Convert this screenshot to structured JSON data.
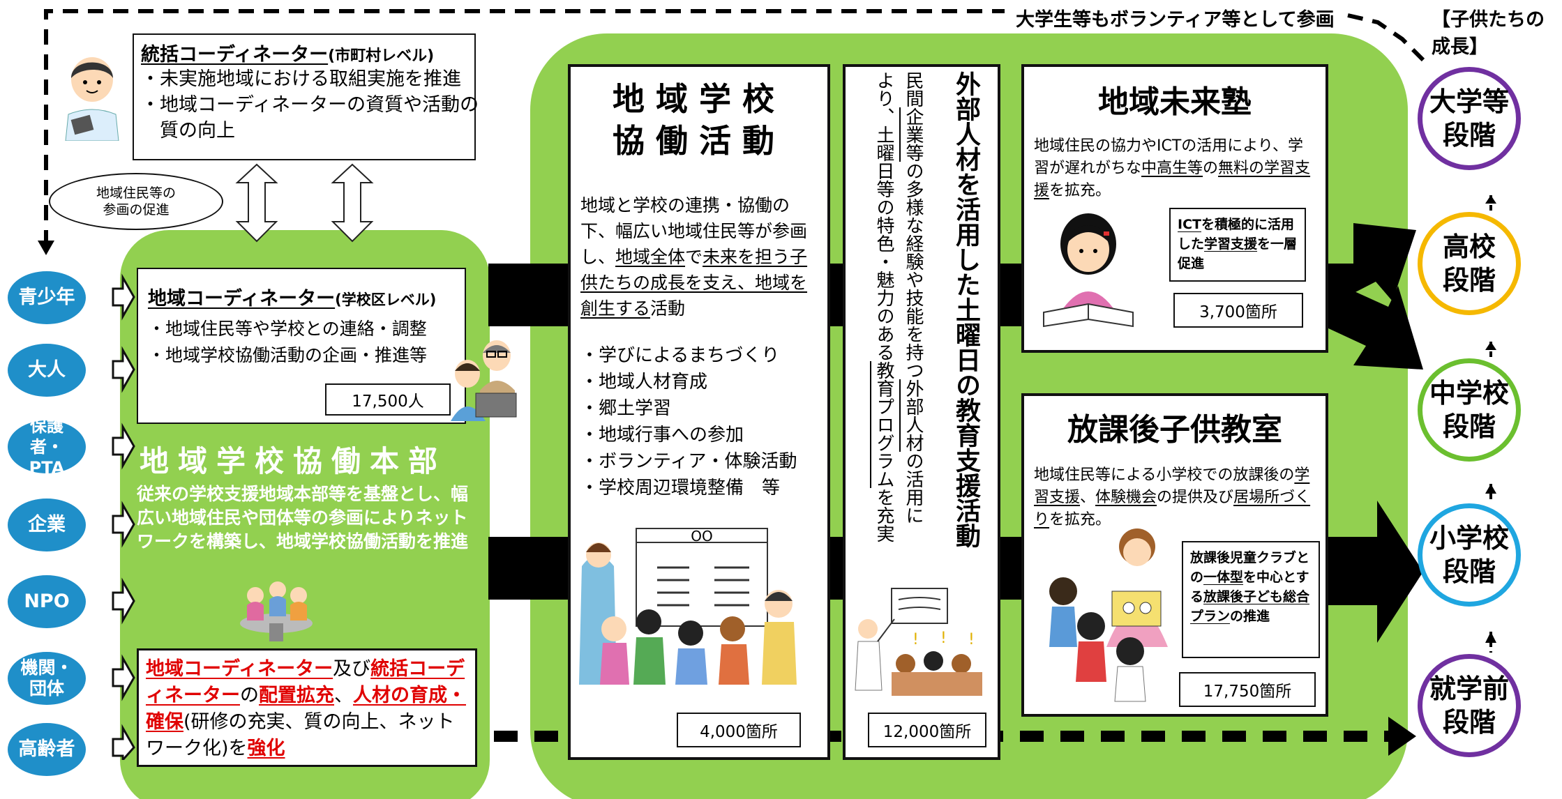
{
  "top_banner": "大学生等もボランティア等として参画",
  "growth_label": "【子供たちの成長】",
  "comprehensive_coordinator": {
    "title": "統括コーディネーター",
    "level": "(市町村レベル)",
    "items": [
      "・未実施地域における取組実施を推進",
      "・地域コーディネーターの資質や活動の",
      "　質の向上"
    ]
  },
  "participation_ellipse": {
    "line1": "地域住民等の",
    "line2": "参画の促進"
  },
  "local_coordinator": {
    "title": "地域コーディネーター",
    "level": "(学校区レベル)",
    "items": [
      "・地域住民等や学校との連絡・調整",
      "・地域学校協働活動の企画・推進等"
    ],
    "count": "17,500人"
  },
  "participants": [
    "青少年",
    "大人",
    "保護者・PTA",
    "企業",
    "NPO",
    "機関・団体",
    "高齢者"
  ],
  "headquarters": {
    "title": "地域学校協働本部",
    "description": "従来の学校支援地域本部等を基盤とし、幅広い地域住民や団体等の参画によりネットワークを構築し、地域学校協働活動を推進"
  },
  "red_box": {
    "p1": "地域コーディネーター",
    "p2": "及び",
    "p3": "統括",
    "p4": "コーディネーター",
    "p5": "の",
    "p6": "配置拡充",
    "p7": "、",
    "p8": "人",
    "p9": "材の育成・確保",
    "p10": "(研修の充実、質の向上、ネットワーク化)を",
    "p11": "強化"
  },
  "collab_activity": {
    "title_line1": "地域学校",
    "title_line2": "協働活動",
    "desc_a": "地域と学校の連携・協働の下、幅広い地域住民等が参画し、",
    "desc_b": "地域全体",
    "desc_c": "で",
    "desc_d": "未来を担う子供たちの成長を支え、地域を創生する",
    "desc_e": "活動",
    "items": [
      "・学びによるまちづくり",
      "・地域人材育成",
      "・郷土学習",
      "・地域行事への参加",
      "・ボランティア・体験活動",
      "・学校周辺環境整備　等"
    ],
    "board_label": "OO",
    "count": "4,000箇所"
  },
  "saturday": {
    "title": "外部人材を活用した土曜日の教育支援活動",
    "col1a": "民間",
    "col1b": "企業等",
    "col1c": "の多様な経験や技能を持つ",
    "col1d": "外部人材",
    "col1e": "の活用に",
    "col2a": "より、土曜日等の特色・魅力のある",
    "col2b": "教育プログラム",
    "col2c": "を充実",
    "count": "12,000箇所"
  },
  "mirai_juku": {
    "title": "地域未来塾",
    "desc_a": "地域住民の協力やICTの活用により、学習が遅れがちな",
    "desc_b": "中高生等",
    "desc_c": "の",
    "desc_d": "無料の学習支援",
    "desc_e": "を拡充。",
    "note_a": "ICT",
    "note_b": "を積極的に活用した",
    "note_c": "学習支援",
    "note_d": "を一層促進",
    "count": "3,700箇所"
  },
  "after_school": {
    "title": "放課後子供教室",
    "desc_a": "地域住民等による小学校での放課後の",
    "desc_b": "学習支援",
    "desc_c": "、",
    "desc_d": "体験機会",
    "desc_e": "の提供及び",
    "desc_f": "居場所づくり",
    "desc_g": "を拡充。",
    "note_a": "放課後児童クラブとの",
    "note_b": "一体型",
    "note_c": "を中心とする",
    "note_d": "放課後子ども総合プラン",
    "note_e": "の推進",
    "count": "17,750箇所"
  },
  "stages": [
    {
      "label": "大学等\n段階",
      "color": "#7030a0"
    },
    {
      "label": "高校\n段階",
      "color": "#f5b800"
    },
    {
      "label": "中学校\n段階",
      "color": "#6bbf2f"
    },
    {
      "label": "小学校\n段階",
      "color": "#1fa6e0"
    },
    {
      "label": "就学前\n段階",
      "color": "#7030a0"
    }
  ],
  "colors": {
    "green": "#92d050",
    "blue": "#1f8fc9",
    "red": "#e00000"
  }
}
